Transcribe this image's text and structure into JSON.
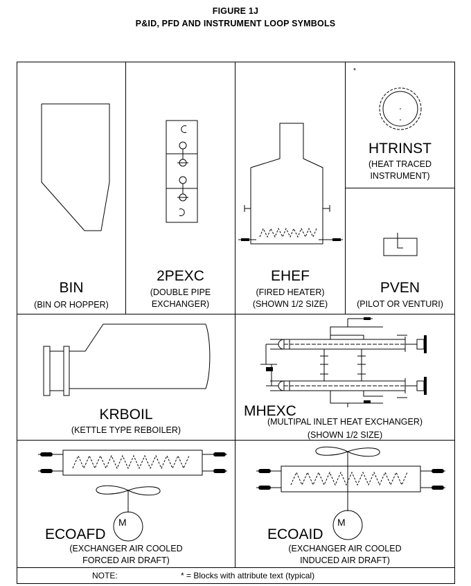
{
  "figure": {
    "title": "FIGURE 1J",
    "subtitle": "P&ID, PFD AND INSTRUMENT LOOP SYMBOLS"
  },
  "symbols": {
    "bin": {
      "name": "BIN",
      "desc": [
        "(BIN OR HOPPER)"
      ]
    },
    "twopexc": {
      "name": "2PEXC",
      "desc": [
        "(DOUBLE PIPE",
        "EXCHANGER)"
      ]
    },
    "ehef": {
      "name": "EHEF",
      "desc": [
        "(FIRED HEATER)",
        "(SHOWN 1/2 SIZE)"
      ]
    },
    "htrinst": {
      "name": "HTRINST",
      "desc": [
        "(HEAT TRACED",
        "INSTRUMENT)"
      ],
      "marker": "*"
    },
    "pven": {
      "name": "PVEN",
      "desc": [
        "(PILOT OR VENTURI)"
      ]
    },
    "krboil": {
      "name": "KRBOIL",
      "desc": [
        "(KETTLE TYPE REBOILER)"
      ]
    },
    "mhexc": {
      "name": "MHEXC",
      "desc": [
        "(MULTIPAL INLET HEAT EXCHANGER)",
        "(SHOWN 1/2 SIZE)"
      ]
    },
    "ecoafd": {
      "name": "ECOAFD",
      "motor": "M",
      "desc": [
        "(EXCHANGER AIR COOLED",
        "FORCED AIR DRAFT)"
      ]
    },
    "ecoaid": {
      "name": "ECOAID",
      "motor": "M",
      "desc": [
        "(EXCHANGER AIR COOLED",
        "INDUCED AIR DRAFT)"
      ]
    }
  },
  "note": {
    "label": "NOTE:",
    "text": "* = Blocks with attribute text (typical)"
  }
}
